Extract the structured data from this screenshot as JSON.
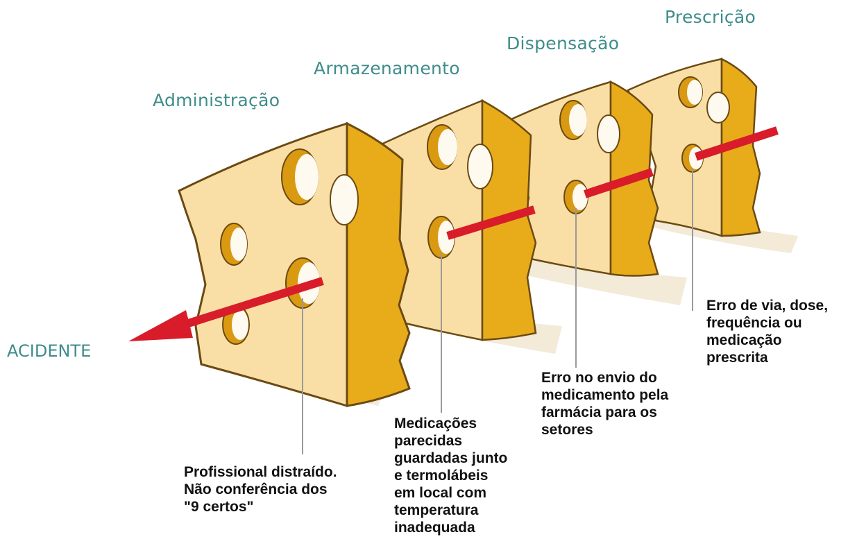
{
  "layers": [
    {
      "label": "Administração"
    },
    {
      "label": "Armazenamento"
    },
    {
      "label": "Dispensação"
    },
    {
      "label": "Prescrição"
    }
  ],
  "outcome": {
    "label": "ACIDENTE"
  },
  "callouts": [
    {
      "text": "Profissional distraído.\nNão conferência dos\n\"9 certos\""
    },
    {
      "text": "Medicações\nparecidas\nguardadas junto\ne termolábeis\nem local com\ntemperatura\ninadequada"
    },
    {
      "text": "Erro no envio do\nmedicamento pela\nfarmácia para os\nsetores"
    },
    {
      "text": "Erro de via, dose,\nfrequência ou\nmedicação\nprescrita"
    }
  ],
  "colors": {
    "cheese_face": "#f9dfa6",
    "cheese_side": "#e8ab1a",
    "cheese_outline": "#6b4a12",
    "hole_shadow": "#d99a12",
    "hole_light": "#fffaf0",
    "shadow": "#f3ead8",
    "arrow": "#d81c2a",
    "label_teal": "#3f8c8c"
  }
}
